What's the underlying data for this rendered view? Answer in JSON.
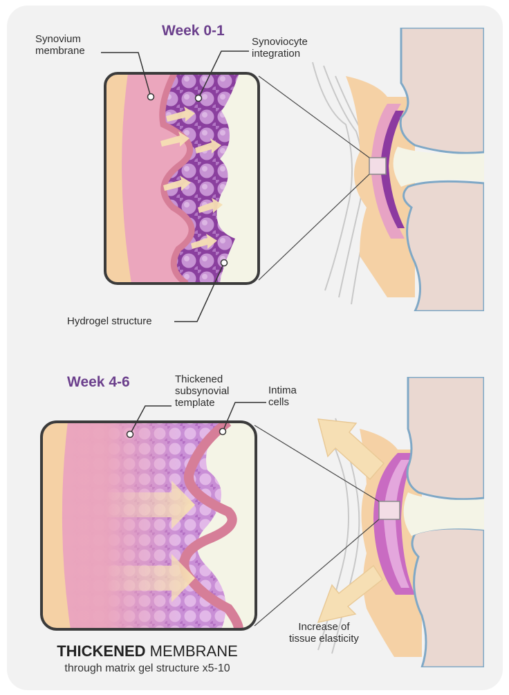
{
  "colors": {
    "accent_purple": "#6b3f8c",
    "synovium_pink": "#e9a3b6",
    "membrane_rose": "#d67e98",
    "fat_peach": "#f5d1a5",
    "hydrogel_violet": "#9f5bb8",
    "fluid_cream": "#f4f4e6",
    "bone_beige": "#ead8d1",
    "cartilage_blue": "#7fa8c6",
    "arrow_cream": "#f6dfb4"
  },
  "panel_top": {
    "week_label": "Week 0-1",
    "labels": {
      "synovium_membrane": [
        "Synovium",
        "membrane"
      ],
      "synoviocyte_integration": [
        "Synoviocyte",
        "integration"
      ],
      "hydrogel_structure": "Hydrogel structure"
    }
  },
  "panel_bottom": {
    "week_label": "Week 4-6",
    "labels": {
      "thickened_template": [
        "Thickened",
        "subsynovial",
        "template"
      ],
      "intima_cells": [
        "Intima",
        "cells"
      ],
      "elasticity": [
        "Increase of",
        "tissue elasticity"
      ]
    }
  },
  "caption": {
    "title_bold": "THICKENED",
    "title_rest": " MEMBRANE",
    "subtitle": "through matrix gel structure x5-10"
  }
}
